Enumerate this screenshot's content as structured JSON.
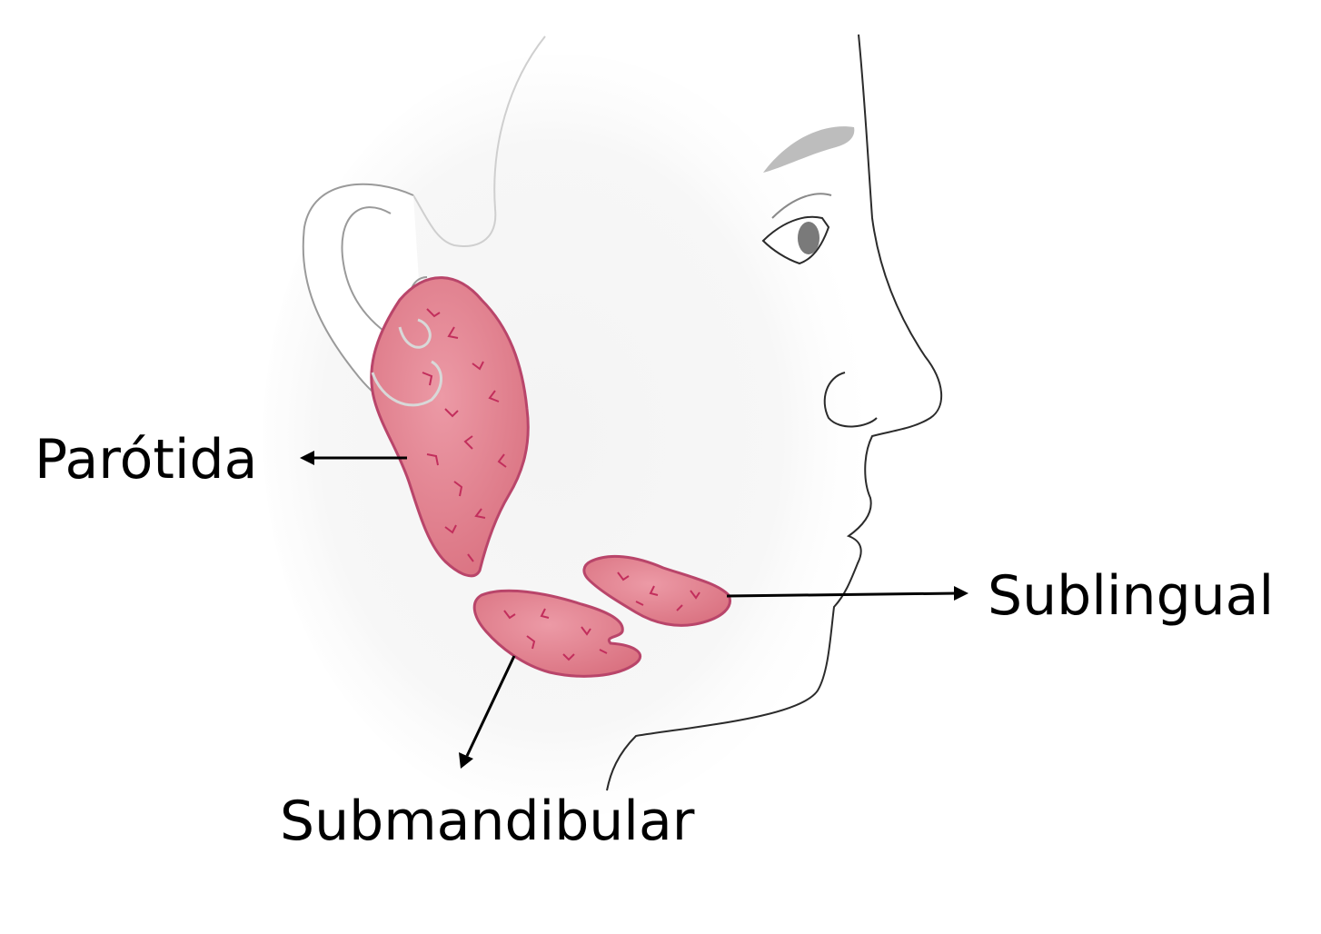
{
  "diagram": {
    "labels": {
      "parotid": "Parótida",
      "sublingual": "Sublingual",
      "submandibular": "Submandibular"
    },
    "colors": {
      "gland_fill": "#e07f8f",
      "gland_stroke": "#b9456a",
      "gland_vein": "#c22e5c",
      "outline": "#2b2b2b",
      "shadow": "#ececec",
      "arrow": "#000000"
    }
  }
}
